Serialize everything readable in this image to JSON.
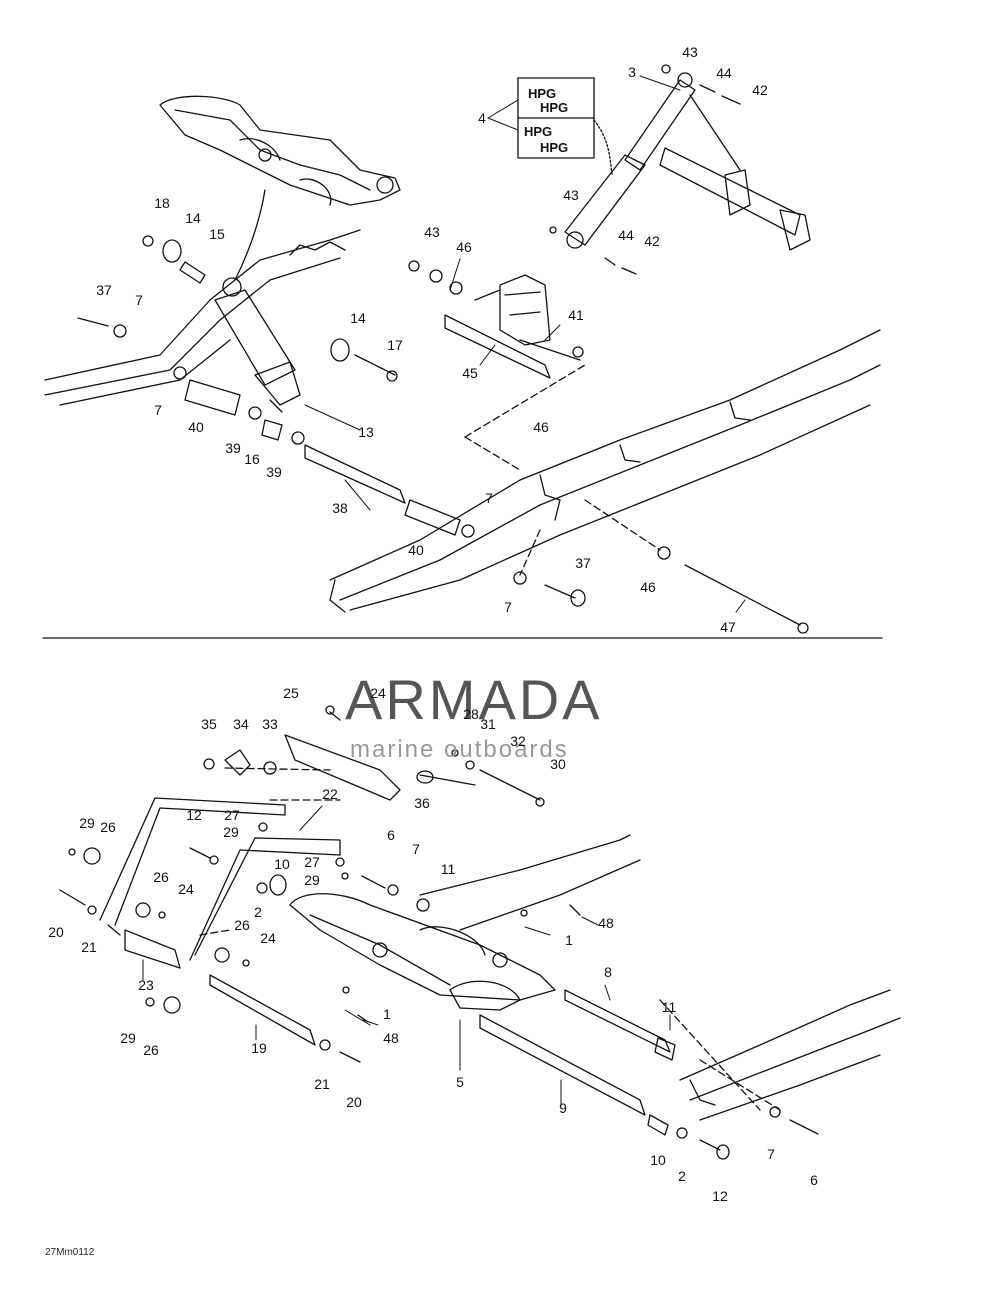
{
  "diagram": {
    "id_code": "27Mm0112",
    "callouts": [
      {
        "text": "43"
      },
      {
        "text": "3"
      },
      {
        "text": "44"
      },
      {
        "text": "42"
      },
      {
        "text": "4"
      },
      {
        "text": "18"
      },
      {
        "text": "14"
      },
      {
        "text": "15"
      },
      {
        "text": "43"
      },
      {
        "text": "44"
      },
      {
        "text": "42"
      },
      {
        "text": "43"
      },
      {
        "text": "46"
      },
      {
        "text": "37"
      },
      {
        "text": "7"
      },
      {
        "text": "14"
      },
      {
        "text": "17"
      },
      {
        "text": "41"
      },
      {
        "text": "45"
      },
      {
        "text": "7"
      },
      {
        "text": "40"
      },
      {
        "text": "13"
      },
      {
        "text": "39"
      },
      {
        "text": "16"
      },
      {
        "text": "39"
      },
      {
        "text": "46"
      },
      {
        "text": "38"
      },
      {
        "text": "7"
      },
      {
        "text": "40"
      },
      {
        "text": "37"
      },
      {
        "text": "7"
      },
      {
        "text": "46"
      },
      {
        "text": "47"
      },
      {
        "text": "25"
      },
      {
        "text": "24"
      },
      {
        "text": "28"
      },
      {
        "text": "31"
      },
      {
        "text": "32"
      },
      {
        "text": "35"
      },
      {
        "text": "34"
      },
      {
        "text": "33"
      },
      {
        "text": "30"
      },
      {
        "text": "36"
      },
      {
        "text": "22"
      },
      {
        "text": "12"
      },
      {
        "text": "27"
      },
      {
        "text": "29"
      },
      {
        "text": "26"
      },
      {
        "text": "29"
      },
      {
        "text": "6"
      },
      {
        "text": "7"
      },
      {
        "text": "10"
      },
      {
        "text": "27"
      },
      {
        "text": "29"
      },
      {
        "text": "11"
      },
      {
        "text": "26"
      },
      {
        "text": "24"
      },
      {
        "text": "2"
      },
      {
        "text": "48"
      },
      {
        "text": "20"
      },
      {
        "text": "21"
      },
      {
        "text": "26"
      },
      {
        "text": "24"
      },
      {
        "text": "1"
      },
      {
        "text": "23"
      },
      {
        "text": "8"
      },
      {
        "text": "1"
      },
      {
        "text": "48"
      },
      {
        "text": "29"
      },
      {
        "text": "26"
      },
      {
        "text": "19"
      },
      {
        "text": "11"
      },
      {
        "text": "21"
      },
      {
        "text": "5"
      },
      {
        "text": "20"
      },
      {
        "text": "9"
      },
      {
        "text": "7"
      },
      {
        "text": "6"
      },
      {
        "text": "10"
      },
      {
        "text": "2"
      },
      {
        "text": "12"
      }
    ],
    "decal_label": "HPG"
  },
  "watermark": {
    "title": "ARMADA",
    "subtitle": "marine outboards",
    "accent_color": "#e8a3c9",
    "text_color": "#555555"
  },
  "colors": {
    "line": "#111111",
    "background": "#ffffff"
  }
}
